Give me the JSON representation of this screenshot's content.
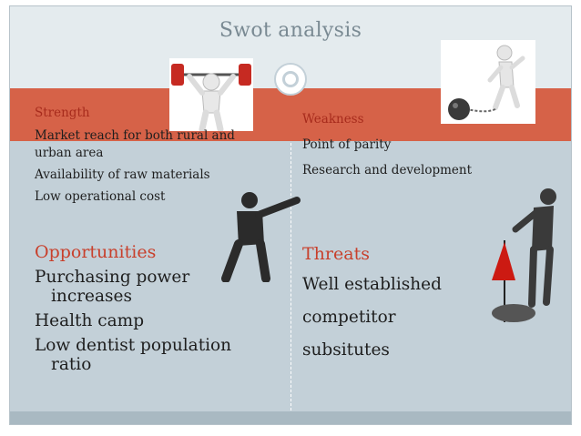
{
  "slide": {
    "title": "Swot analysis",
    "strength": {
      "heading": "Strength",
      "items": [
        "Market reach for both rural and urban area",
        "Availability of raw materials",
        "Low operational cost"
      ]
    },
    "weakness": {
      "heading": "Weakness",
      "items": [
        "Point of parity",
        "Research and development"
      ]
    },
    "opportunities": {
      "heading": "Opportunities",
      "items": [
        "Purchasing power increases",
        "Health camp",
        "Low dentist population ratio"
      ]
    },
    "threats": {
      "heading": "Threats",
      "items": [
        "Well established",
        "competitor",
        "subsitutes"
      ]
    }
  },
  "icons": {
    "strength": "weightlifter-figure-icon",
    "weakness": "ball-and-chain-figure-icon",
    "opportunities": "pointing-figure-icon",
    "threats": "figure-with-flag-icon"
  },
  "colors": {
    "accent_red": "#d66248",
    "heading_red": "#a72b1c",
    "slide_blue_gray": "#c3d0d8",
    "title_gray": "#7a8a93"
  }
}
